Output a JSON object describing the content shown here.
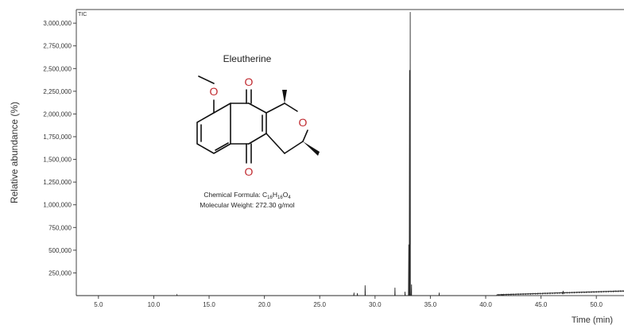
{
  "chart_data": {
    "type": "line",
    "trace_label": "TIC",
    "xlabel": "Time (min)",
    "ylabel": "Relative abundance (%)",
    "xlim": [
      3.0,
      52.5
    ],
    "ylim": [
      0,
      3150000
    ],
    "x_ticks": [
      "5.0",
      "10.0",
      "15.0",
      "20.0",
      "25.0",
      "30.0",
      "35.0",
      "40.0",
      "45.0",
      "50.0"
    ],
    "x_tick_values": [
      5,
      10,
      15,
      20,
      25,
      30,
      35,
      40,
      45,
      50
    ],
    "y_ticks": [
      "250,000",
      "500,000",
      "750,000",
      "1,000,000",
      "1,250,000",
      "1,500,000",
      "1,750,000",
      "2,000,000",
      "2,250,000",
      "2,500,000",
      "2,750,000",
      "3,000,000"
    ],
    "y_tick_values": [
      250000,
      500000,
      750000,
      1000000,
      1250000,
      1500000,
      1750000,
      2000000,
      2250000,
      2500000,
      2750000,
      3000000
    ],
    "peaks": [
      {
        "x": 12.1,
        "y": 8000
      },
      {
        "x": 28.1,
        "y": 30000
      },
      {
        "x": 28.4,
        "y": 25000
      },
      {
        "x": 29.1,
        "y": 110000
      },
      {
        "x": 31.8,
        "y": 85000
      },
      {
        "x": 32.7,
        "y": 40000
      },
      {
        "x": 33.05,
        "y": 560000
      },
      {
        "x": 33.12,
        "y": 2480000
      },
      {
        "x": 33.18,
        "y": 3120000
      },
      {
        "x": 33.3,
        "y": 120000
      },
      {
        "x": 35.8,
        "y": 30000
      },
      {
        "x": 41.5,
        "y": 8000
      },
      {
        "x": 47.0,
        "y": 25000
      }
    ],
    "baseline_rise": {
      "start_x": 41.0,
      "end_x": 52.5,
      "start_y": 3000,
      "end_y": 45000
    },
    "colors": {
      "trace": "#2a2a2a",
      "axis": "#444444",
      "oxygen": "#c0282e",
      "bond": "#111111"
    }
  },
  "annotation": {
    "compound_name": "Eleutherine",
    "oxygen_symbol": "O",
    "formula_label": "Chemical Formula: ",
    "formula_c": "C",
    "formula_c_count": "16",
    "formula_h": "H",
    "formula_h_count": "16",
    "formula_o": "O",
    "formula_o_count": "4",
    "molecular_weight": "Molecular Weight: 272.30 g/mol"
  }
}
